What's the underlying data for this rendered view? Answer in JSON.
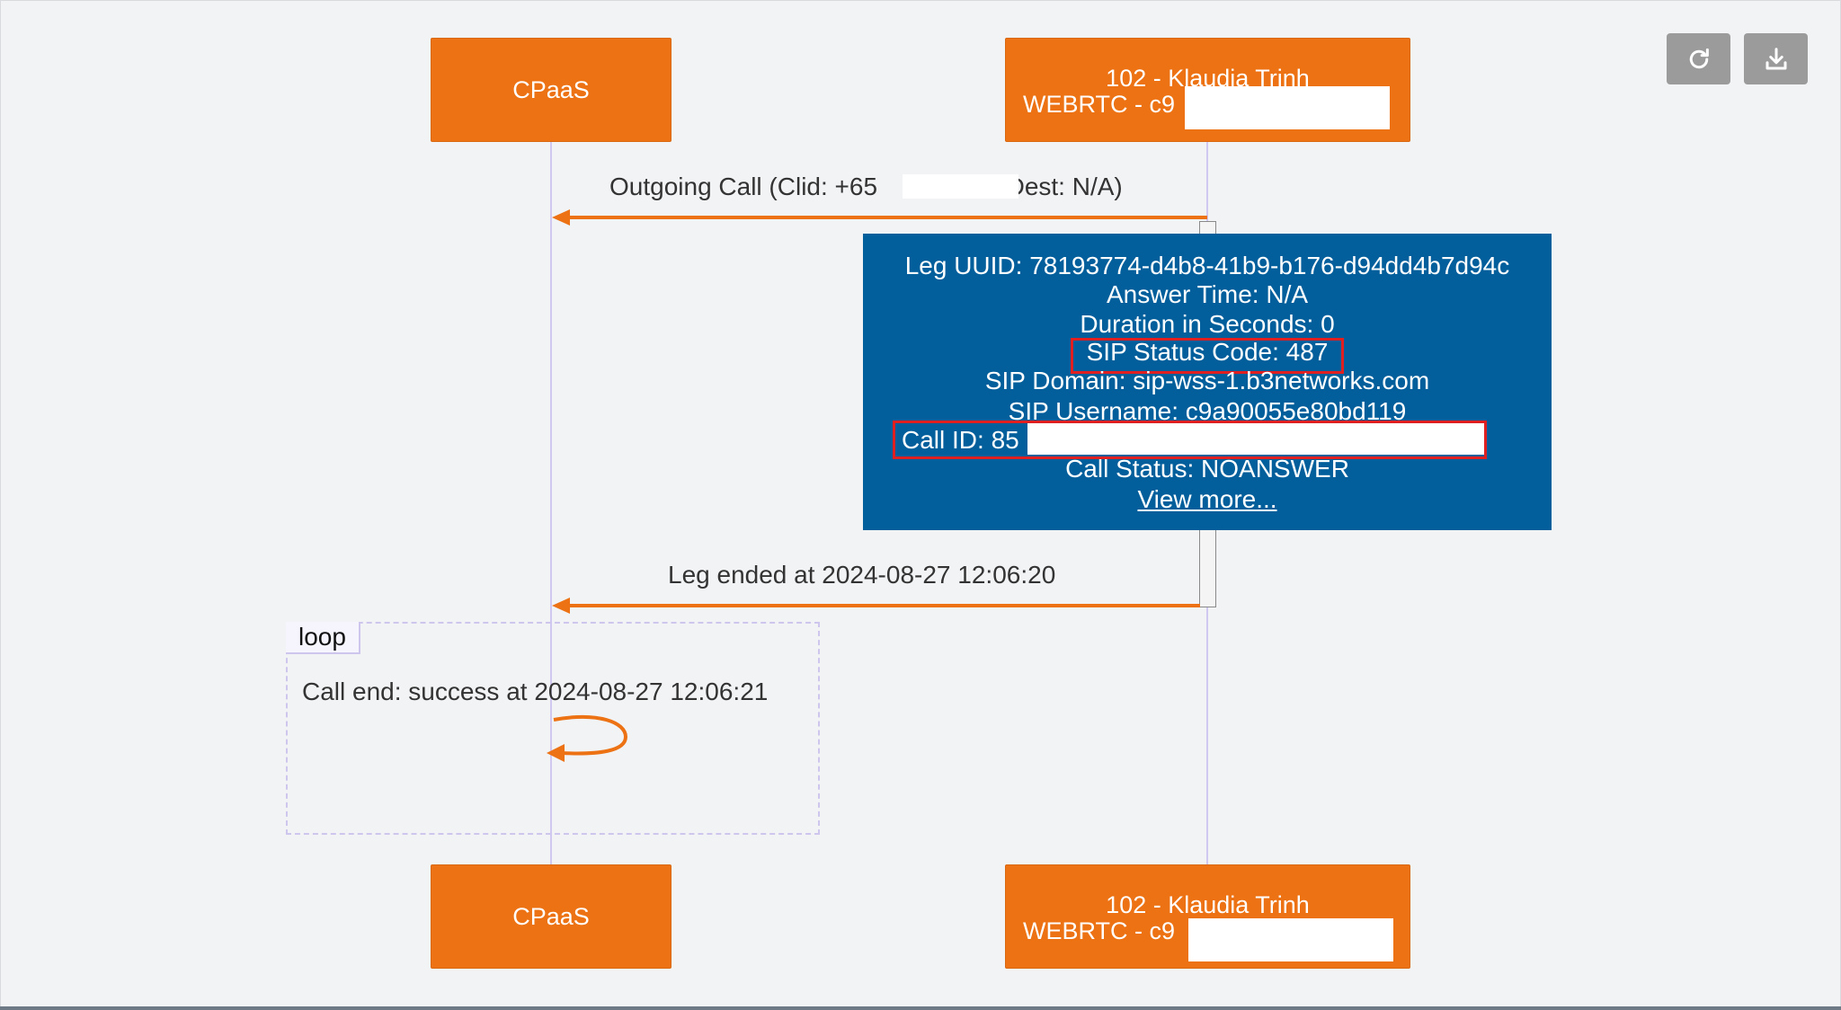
{
  "controls": {
    "refresh_icon": "refresh-icon",
    "download_icon": "download-icon"
  },
  "actors": {
    "cpaas": "CPaaS",
    "user_name": "102 - Klaudia Trinh",
    "user_channel_visible": "WEBRTC - c9",
    "user_channel_visible_bottom": "WEBRTC - c9"
  },
  "messages": {
    "outgoing_call_prefix": "Outgoing Call (Clid: +65",
    "outgoing_call_suffix": ", Dest: N/A)",
    "leg_ended": "Leg ended at 2024-08-27 12:06:20"
  },
  "note": {
    "leg_uuid": "Leg UUID: 78193774-d4b8-41b9-b176-d94dd4b7d94c",
    "answer_time": "Answer Time: N/A",
    "duration": "Duration in Seconds: 0",
    "sip_status_code": "SIP Status Code: 487",
    "sip_domain": "SIP Domain: sip-wss-1.b3networks.com",
    "sip_username": "SIP Username: c9a90055e80bd119",
    "call_id": "Call ID: 85",
    "call_status": "Call Status: NOANSWER",
    "view_more": "View more..."
  },
  "loop": {
    "tag": "loop",
    "label": "Call end: success at 2024-08-27 12:06:21"
  },
  "colors": {
    "actor": "#ec7214",
    "note": "#025f9c",
    "highlight": "#e02020",
    "lifeline": "#d0c8f0"
  }
}
